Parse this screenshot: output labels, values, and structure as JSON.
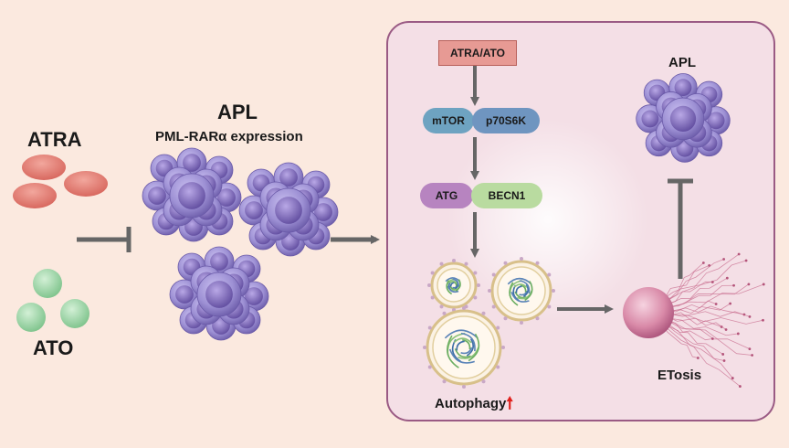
{
  "drugs": {
    "atra": "ATRA",
    "ato": "ATO"
  },
  "apl_center": {
    "title": "APL",
    "subtitle": "PML-RARα expression"
  },
  "pathway": {
    "drug_box": "ATRA/ATO",
    "mtor": "mTOR",
    "p70s6k": "p70S6K",
    "atg": "ATG",
    "becn1": "BECN1",
    "autophagy": "Autophagy",
    "etosis": "ETosis",
    "apl_right": "APL"
  },
  "colors": {
    "background": "#fbe9df",
    "panel_fill": "#f4dfe6",
    "panel_border": "#9a5a84",
    "atra_pill": "#e27b72",
    "ato_circle": "#9fd5a7",
    "cell": "#9b8fd0",
    "nucleus": "#7d6bb5",
    "mtor_node": "#6ea3c1",
    "p70s6k_node": "#6f95c0",
    "atg_node": "#b784c0",
    "becn1_node": "#b9dba0",
    "drug_box": "#e79a94",
    "arrow": "#666666",
    "up_arrow": "#e0201b"
  }
}
